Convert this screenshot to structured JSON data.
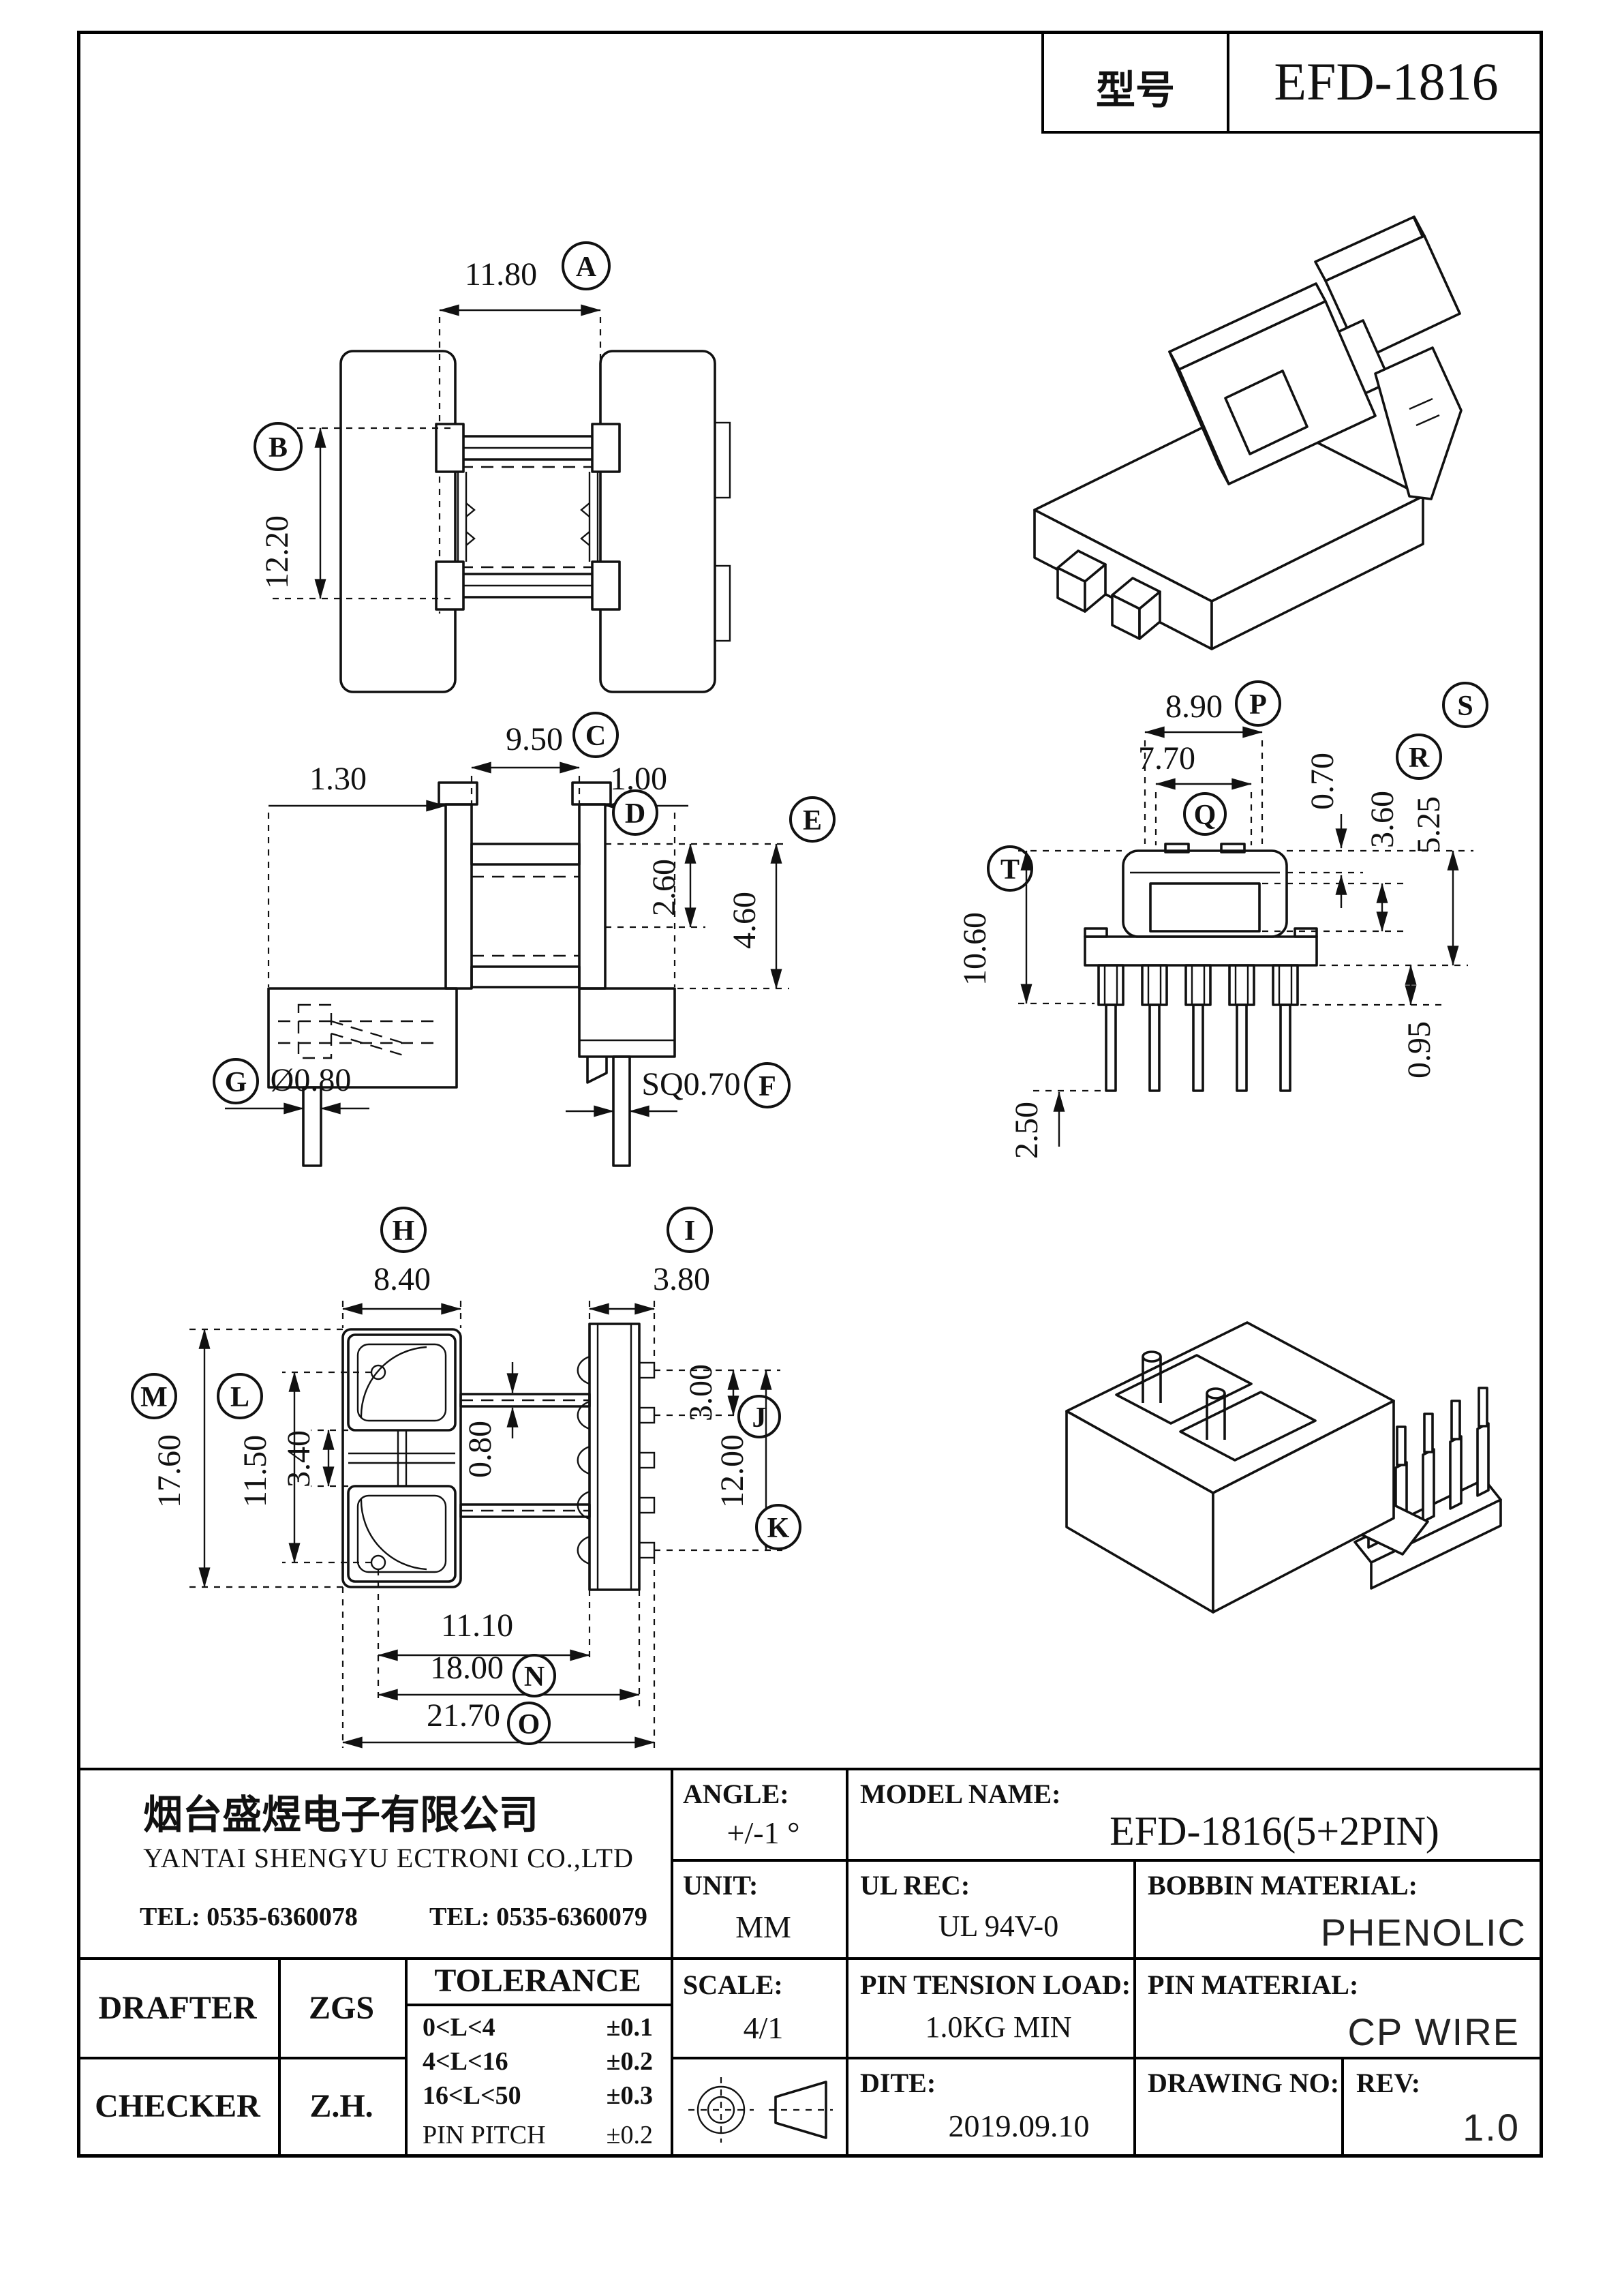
{
  "header": {
    "model_label": "型号",
    "model_value": "EFD-1816"
  },
  "views": {
    "side": {
      "a": "11.80",
      "a_bal": "A",
      "b": "12.20",
      "b_bal": "B"
    },
    "front": {
      "c": "9.50",
      "c_bal": "C",
      "off_left": "1.30",
      "off_right": "1.00",
      "d": "2.60",
      "d_bal": "D",
      "e": "4.60",
      "e_bal": "E",
      "g": "Ø0.80",
      "g_bal": "G",
      "f": "SQ0.70",
      "f_bal": "F"
    },
    "pins": {
      "p": "8.90",
      "p_bal": "P",
      "q": "7.70",
      "q_bal": "Q",
      "lip": "0.70",
      "r": "3.60",
      "r_bal": "R",
      "s": "5.25",
      "s_bal": "S",
      "t": "10.60",
      "t_bal": "T",
      "pin_len": "2.50",
      "standoff": "0.95"
    },
    "plan": {
      "h": "8.40",
      "h_bal": "H",
      "i": "3.80",
      "i_bal": "I",
      "j": "3.00",
      "j_bal": "J",
      "slot": "0.80",
      "l": "11.50",
      "l_bal": "L",
      "web": "3.40",
      "m": "17.60",
      "m_bal": "M",
      "k": "12.00",
      "k_bal": "K",
      "inner": "11.10",
      "n": "18.00",
      "n_bal": "N",
      "o": "21.70",
      "o_bal": "O"
    }
  },
  "title_block": {
    "company_cn": "烟台盛煜电子有限公司",
    "company_en": "YANTAI SHENGYU ECTRONI CO.,LTD",
    "tel1": "TEL: 0535-6360078",
    "tel2": "TEL: 0535-6360079",
    "angle_label": "ANGLE:",
    "angle_value": "+/-1 °",
    "model_name_label": "MODEL NAME:",
    "model_name_value": "EFD-1816(5+2PIN)",
    "unit_label": "UNIT:",
    "unit_value": "MM",
    "ul_label": "UL REC:",
    "ul_value": "UL 94V-0",
    "bobbin_label": "BOBBIN MATERIAL:",
    "bobbin_value": "PHENOLIC",
    "drafter_label": "DRAFTER",
    "drafter_value": "ZGS",
    "checker_label": "CHECKER",
    "checker_value": "Z.H.",
    "tolerance_title": "TOLERANCE",
    "tolerance_rows": [
      {
        "range": "0<L<4",
        "tol": "±0.1"
      },
      {
        "range": "4<L<16",
        "tol": "±0.2"
      },
      {
        "range": "16<L<50",
        "tol": "±0.3"
      },
      {
        "range": "PIN PITCH",
        "tol": "±0.2"
      }
    ],
    "scale_label": "SCALE:",
    "scale_value": "4/1",
    "pin_tension_label": "PIN TENSION LOAD:",
    "pin_tension_value": "1.0KG MIN",
    "pin_material_label": "PIN MATERIAL:",
    "pin_material_value": "CP WIRE",
    "date_label": "DITE:",
    "date_value": "2019.09.10",
    "drawing_no_label": "DRAWING NO:",
    "rev_label": "REV:",
    "rev_value": "1.0"
  }
}
